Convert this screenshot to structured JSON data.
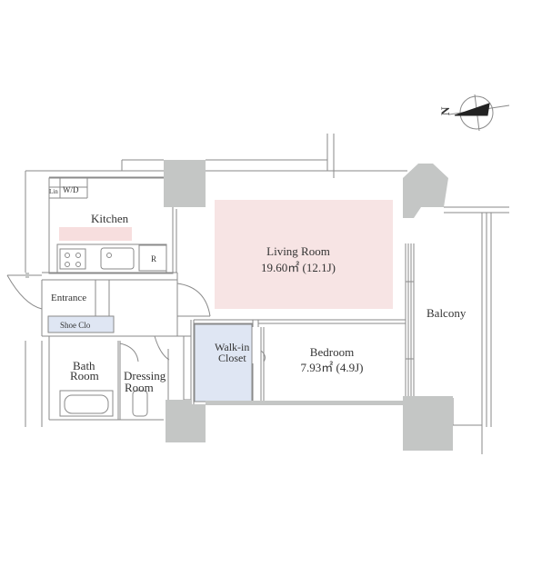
{
  "rooms": {
    "kitchen": "Kitchen",
    "living_name": "Living Room",
    "living_area": "19.60㎡ (12.1J)",
    "balcony": "Balcony",
    "entrance": "Entrance",
    "shoe_closet": "Shoe Clo",
    "bath_1": "Bath",
    "bath_2": "Room",
    "dressing_1": "Dressing",
    "dressing_2": "Room",
    "walkin_1": "Walk-in",
    "walkin_2": "Closet",
    "bedroom_name": "Bedroom",
    "bedroom_area": "7.93㎡ (4.9J)",
    "refrigerator": "R",
    "linen": "Lin",
    "washer": "W/D"
  },
  "compass": {
    "north_label": "N"
  },
  "colors": {
    "wall": "#c4c6c5",
    "line": "#8a8a8a",
    "living_fill": "#f7e4e4",
    "kitchen_accent": "#f7dede",
    "closet_fill": "#dfe6f3"
  }
}
